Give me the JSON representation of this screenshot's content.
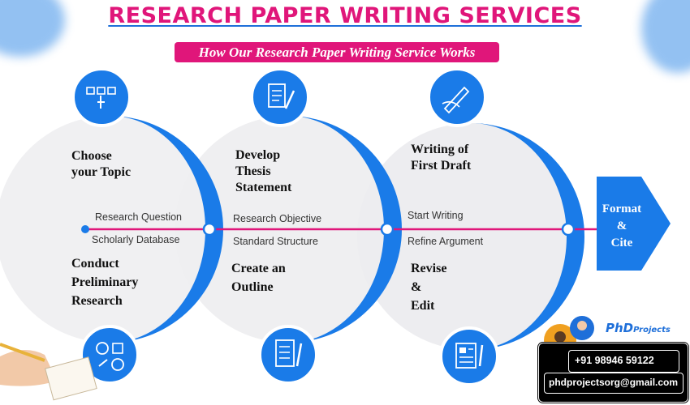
{
  "title": "RESEARCH PAPER WRITING  SERVICES",
  "subtitle": "How Our Research Paper Writing Service Works",
  "steps": {
    "choose_topic": "Choose\nyour Topic",
    "develop_thesis": "Develop\nThesis\nStatement",
    "writing_first_draft": "Writing of\nFirst Draft",
    "conduct_research": "Conduct\nPreliminary\nResearch",
    "create_outline": "Create an\nOutline",
    "revise_edit": "Revise\n&\nEdit",
    "final": "Format\n&\nCite"
  },
  "tags": {
    "research_question": "Research Question",
    "scholarly_database": "Scholarly Database",
    "research_objective": "Research Objective",
    "standard_structure": "Standard Structure",
    "start_writing": "Start Writing",
    "refine_argument": "Refine Argument"
  },
  "contact": {
    "brand_main": "PhD",
    "brand_sub": "Projects",
    "phone": "+91 98946 59122",
    "email": "phdprojectsorg@gmail.com"
  },
  "colors": {
    "title": "#e0167a",
    "accent_blue": "#1e6fd9",
    "pink_line": "#e0167a",
    "arc_blue": "#1a7be8"
  },
  "icons": {
    "top_1": "hand-pointer-selection-icon",
    "top_2": "document-pen-icon",
    "top_3": "hand-writing-pen-icon",
    "bottom_1": "research-gears-magnifier-icon",
    "bottom_2": "checklist-pen-icon",
    "bottom_3": "newspaper-pen-icon"
  }
}
